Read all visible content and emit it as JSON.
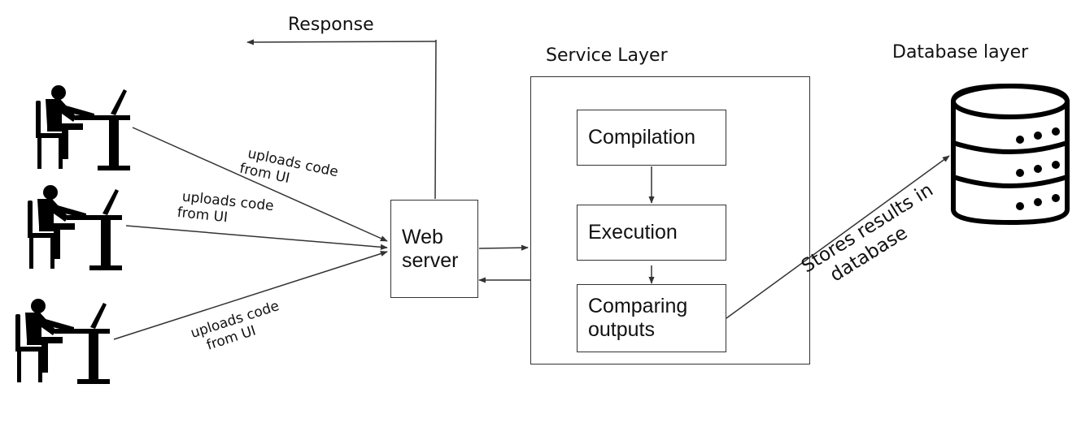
{
  "labels": {
    "response": "Response",
    "service_layer": "Service Layer",
    "database_layer": "Database layer",
    "upload_1": [
      "uploads code",
      "from UI"
    ],
    "upload_2": [
      "uploads code",
      "from UI"
    ],
    "upload_3": [
      "uploads code",
      "from UI"
    ],
    "stores": [
      "Stores results in",
      "database"
    ]
  },
  "boxes": {
    "web_server": [
      "Web",
      "server"
    ],
    "compilation": "Compilation",
    "execution": "Execution",
    "comparing": [
      "Comparing",
      "outputs"
    ]
  },
  "icons": [
    "person-at-computer-icon",
    "person-at-computer-icon",
    "person-at-computer-icon",
    "database-icon"
  ],
  "colors": {
    "stroke": "#333333",
    "ink": "#000000",
    "background": "#ffffff"
  }
}
